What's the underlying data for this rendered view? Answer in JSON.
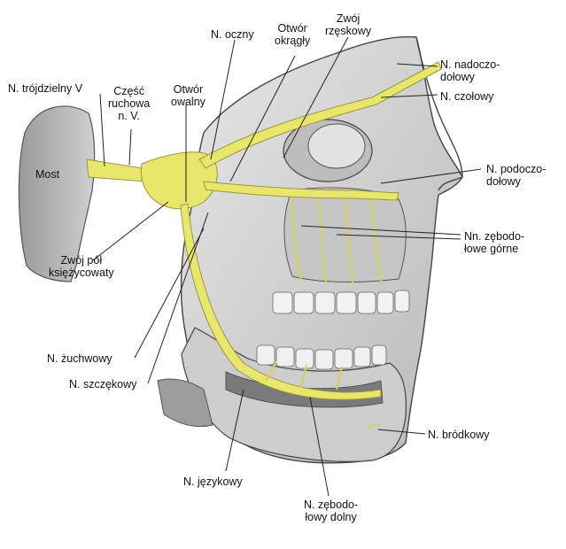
{
  "labels": {
    "trojdzielny": "N. trójdzielny V",
    "czesc": [
      "Część",
      "ruchowa",
      "n. V."
    ],
    "otwor_owalny": [
      "Otwór",
      "owalny"
    ],
    "n_oczny": "N. oczny",
    "otwor_okragly": [
      "Otwór",
      "okrągły"
    ],
    "zwoj_rzeskowy": [
      "Zwój",
      "rzęskowy"
    ],
    "nadoczodolowy": [
      "N. nadoczo-",
      "dołowy"
    ],
    "czolowy": "N. czołowy",
    "most": "Most",
    "podoczodolowy": [
      "N. podoczo-",
      "dołowy"
    ],
    "zebodolowe_gorne": [
      "Nn. zębodo-",
      "łowe górne"
    ],
    "zwoj_polksiezycowaty": [
      "Zwój pół",
      "księżycowaty"
    ],
    "zuchwowy": "N. żuchwowy",
    "szczekowy": "N. szczękowy",
    "brodkowy": "N. bródkowy",
    "jezykowy": "N. językowy",
    "zebodolowy_dolny": [
      "N. zębodo-",
      "łowy dolny"
    ]
  },
  "colors": {
    "nerve": "#e9e76b",
    "nerve_outline": "#9a9640",
    "skull": "#d8d8d8",
    "shade": "#a8a8a8",
    "dark": "#555555"
  }
}
